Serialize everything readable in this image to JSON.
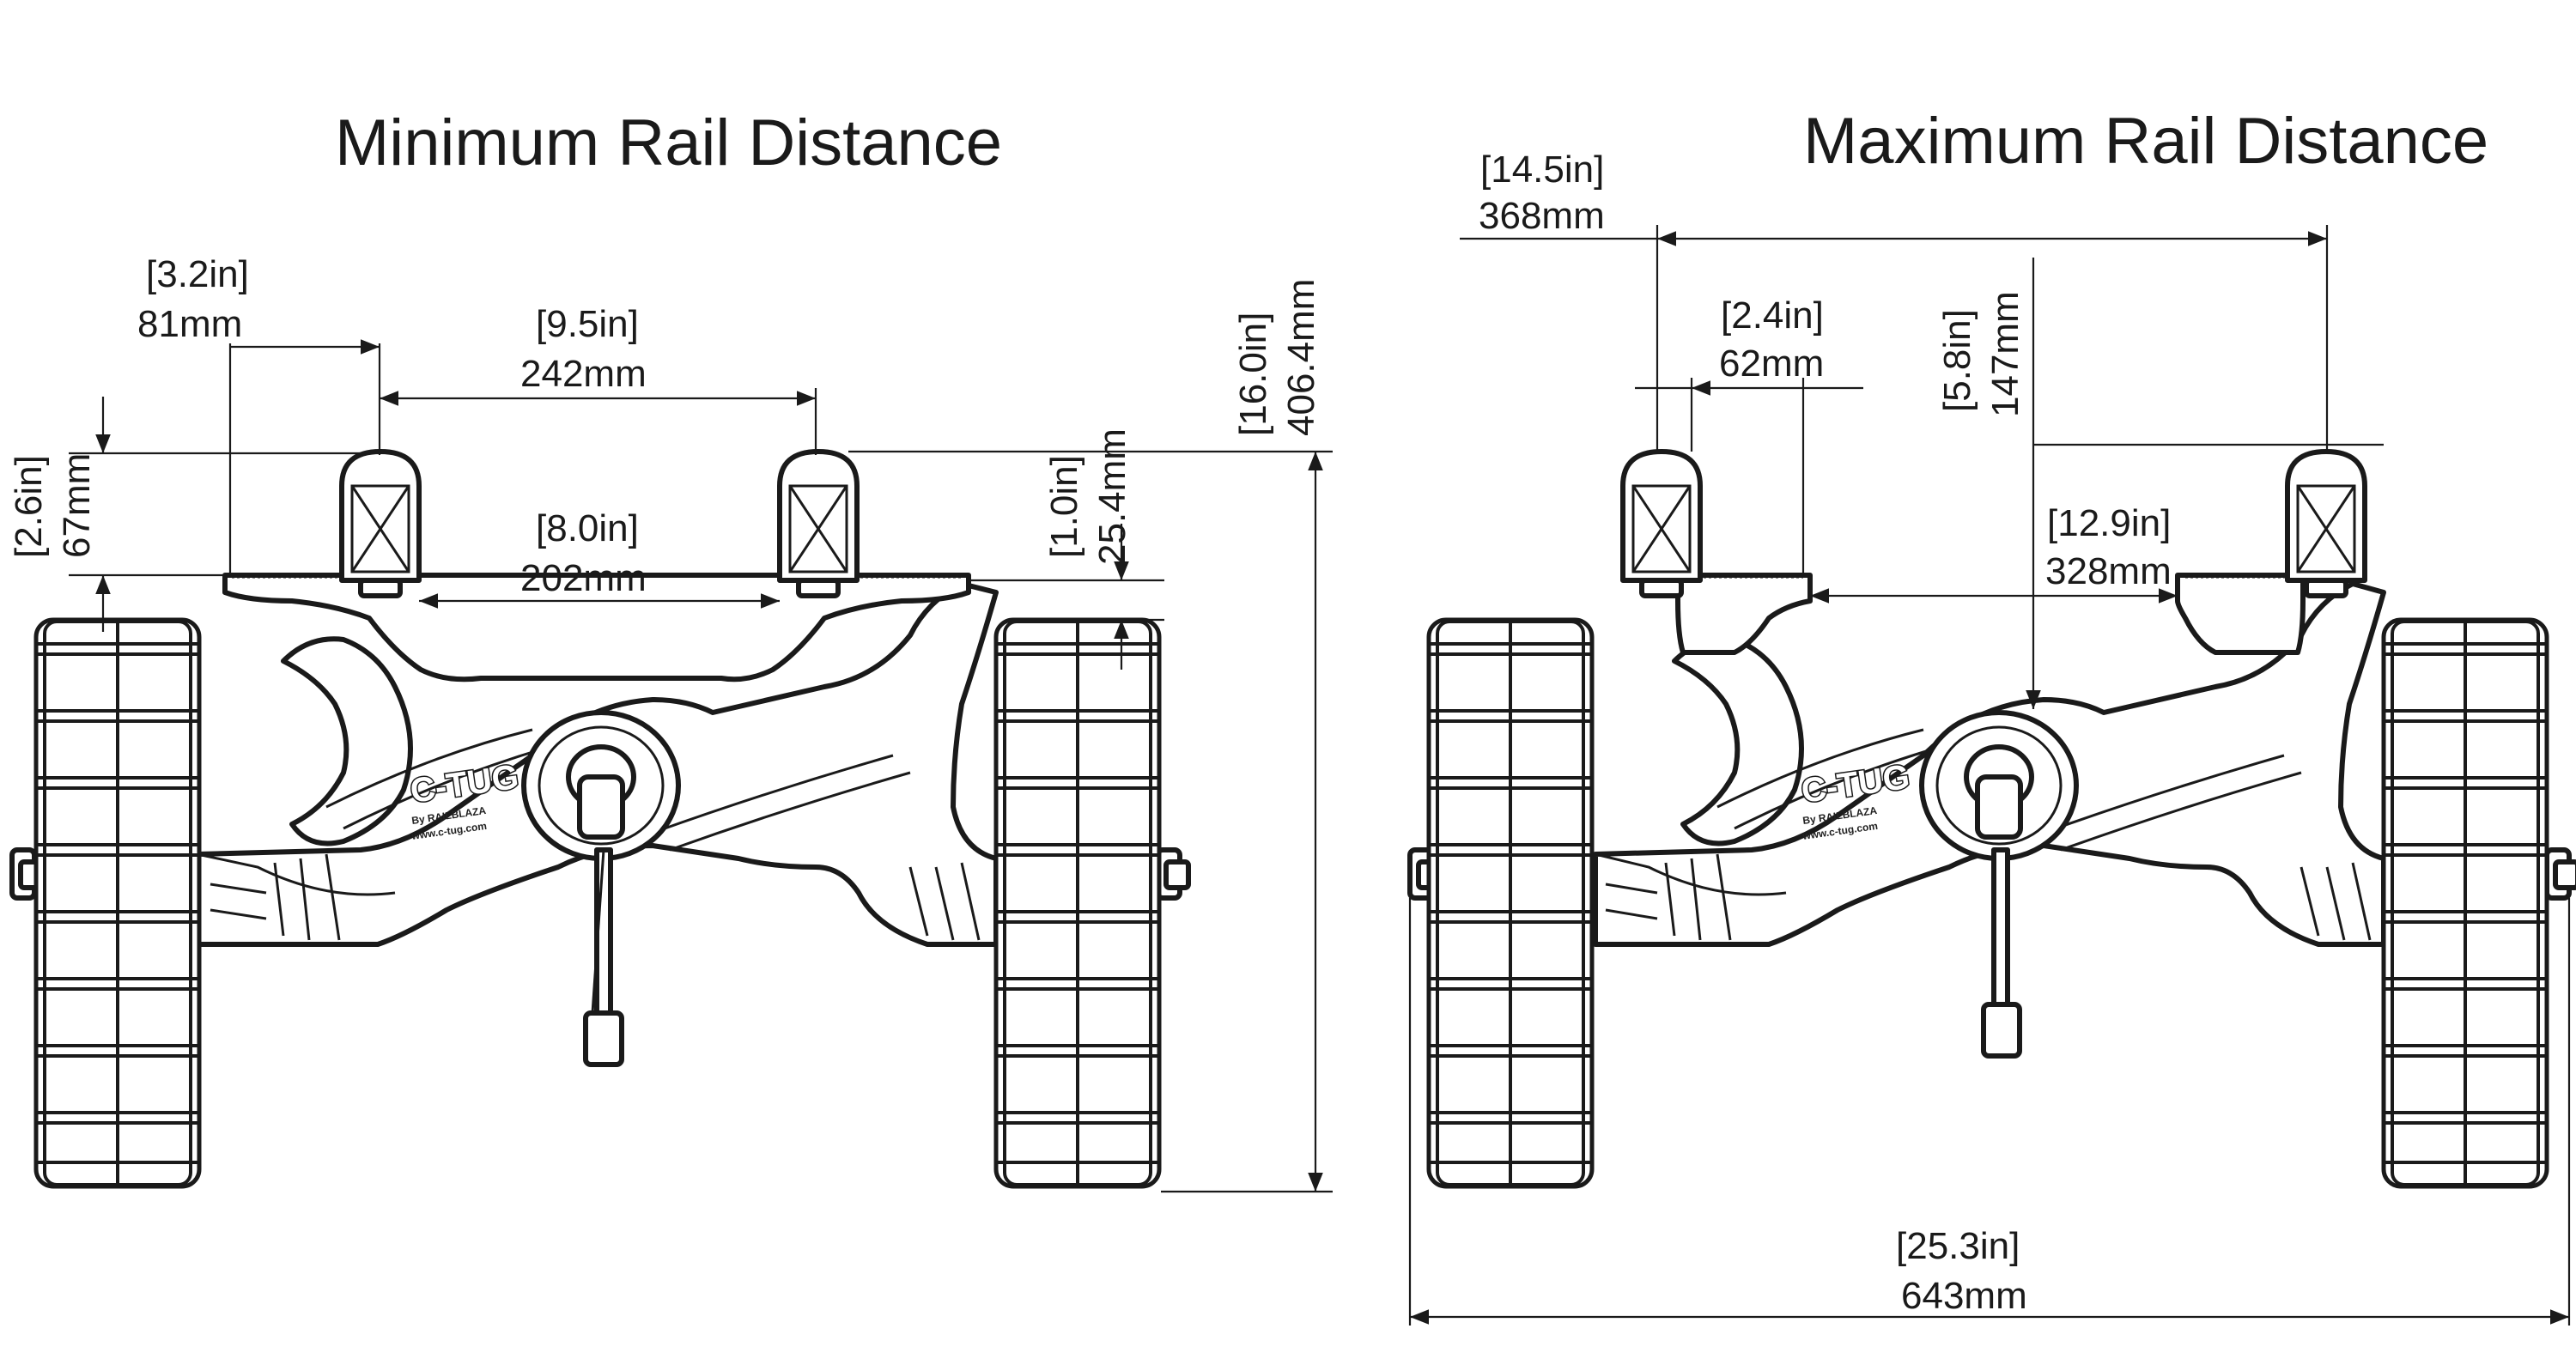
{
  "titles": {
    "left": "Minimum Rail Distance",
    "right": "Maximum Rail Distance"
  },
  "left_view": {
    "dims": {
      "outer_offset": {
        "imperial": "[3.2in]",
        "metric": "81mm"
      },
      "rail_center": {
        "imperial": "[9.5in]",
        "metric": "242mm"
      },
      "rail_inner": {
        "imperial": "[8.0in]",
        "metric": "202mm"
      },
      "rail_height": {
        "imperial": "[2.6in]",
        "metric": "67mm"
      },
      "rail_gap": {
        "imperial": "[1.0in]",
        "metric": "25.4mm"
      },
      "total_height": {
        "imperial": "[16.0in]",
        "metric": "406.4mm"
      }
    }
  },
  "right_view": {
    "dims": {
      "rail_center": {
        "imperial": "[14.5in]",
        "metric": "368mm"
      },
      "offset": {
        "imperial": "[2.4in]",
        "metric": "62mm"
      },
      "height": {
        "imperial": "[5.8in]",
        "metric": "147mm"
      },
      "rail_inner": {
        "imperial": "[12.9in]",
        "metric": "328mm"
      },
      "overall_width": {
        "imperial": "[25.3in]",
        "metric": "643mm"
      }
    }
  },
  "product": {
    "brand": "C-TUG",
    "byline": "By RAILBLAZA",
    "url": "www.c-tug.com"
  },
  "icons": [
    "rail-roller-icon",
    "wheel-icon",
    "kickstand-icon",
    "hub-icon"
  ]
}
